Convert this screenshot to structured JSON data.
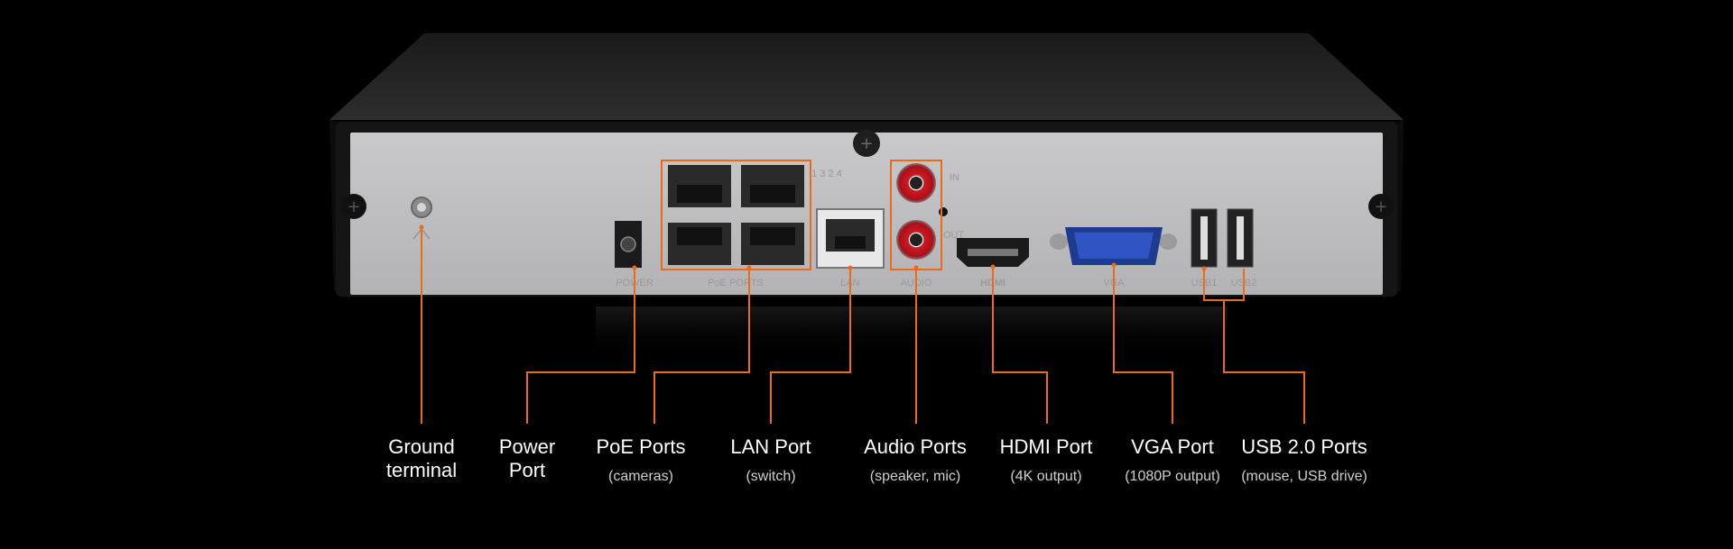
{
  "accent_color": "#ec6a1f",
  "panel_labels": {
    "power": "POWER",
    "poe": "PoE   PORTS",
    "lan": "LAN",
    "audio": "AUDIO",
    "audio_in": "IN",
    "audio_out": "OUT",
    "hdmi": "HDMI",
    "vga": "VGA",
    "usb1": "USB1",
    "usb2": "USB2",
    "poe_numbers": "1 3 2 4"
  },
  "callouts": [
    {
      "id": "ground",
      "title": "Ground\nterminal",
      "subtitle": ""
    },
    {
      "id": "power",
      "title": "Power\nPort",
      "subtitle": ""
    },
    {
      "id": "poe",
      "title": "PoE Ports",
      "subtitle": "(cameras)"
    },
    {
      "id": "lan",
      "title": "LAN Port",
      "subtitle": "(switch)"
    },
    {
      "id": "audio",
      "title": "Audio Ports",
      "subtitle": "(speaker, mic)"
    },
    {
      "id": "hdmi",
      "title": "HDMI Port",
      "subtitle": "(4K output)"
    },
    {
      "id": "vga",
      "title": "VGA Port",
      "subtitle": "(1080P output)"
    },
    {
      "id": "usb",
      "title": "USB 2.0 Ports",
      "subtitle": "(mouse, USB drive)"
    }
  ]
}
